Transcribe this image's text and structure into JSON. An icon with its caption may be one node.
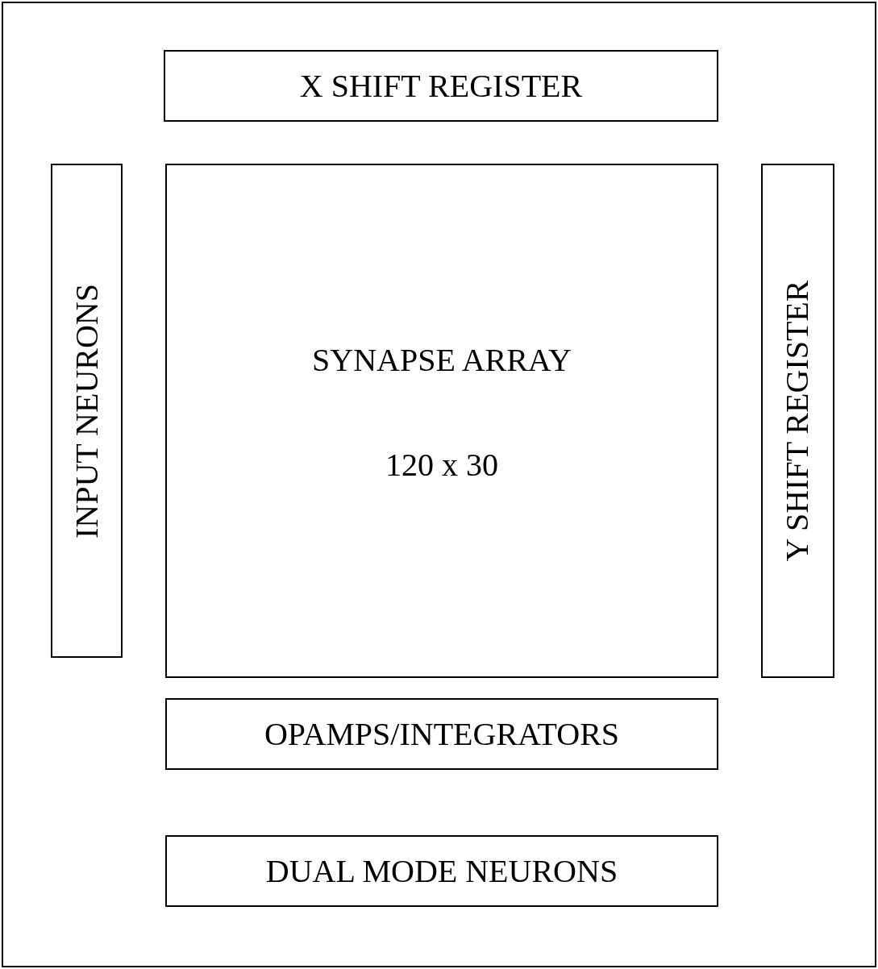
{
  "diagram": {
    "nodes": [
      {
        "text": [],
        "shape": "box"
      },
      {
        "text": [
          "X SHIFT REGISTER"
        ],
        "in": 0
      },
      {
        "text": [
          "INPUT NEURONS"
        ],
        "in": 0
      },
      {
        "text": [
          "SYNAPSE ARRAY",
          "120 x 30"
        ],
        "in": 0
      },
      {
        "text": [
          "Y SHIFT REGISTER"
        ],
        "in": 0
      },
      {
        "text": [
          "OPAMPS/INTEGRATORS"
        ],
        "in": 0
      },
      {
        "text": [
          "DUAL MODE NEURONS"
        ],
        "in": 0
      }
    ]
  }
}
